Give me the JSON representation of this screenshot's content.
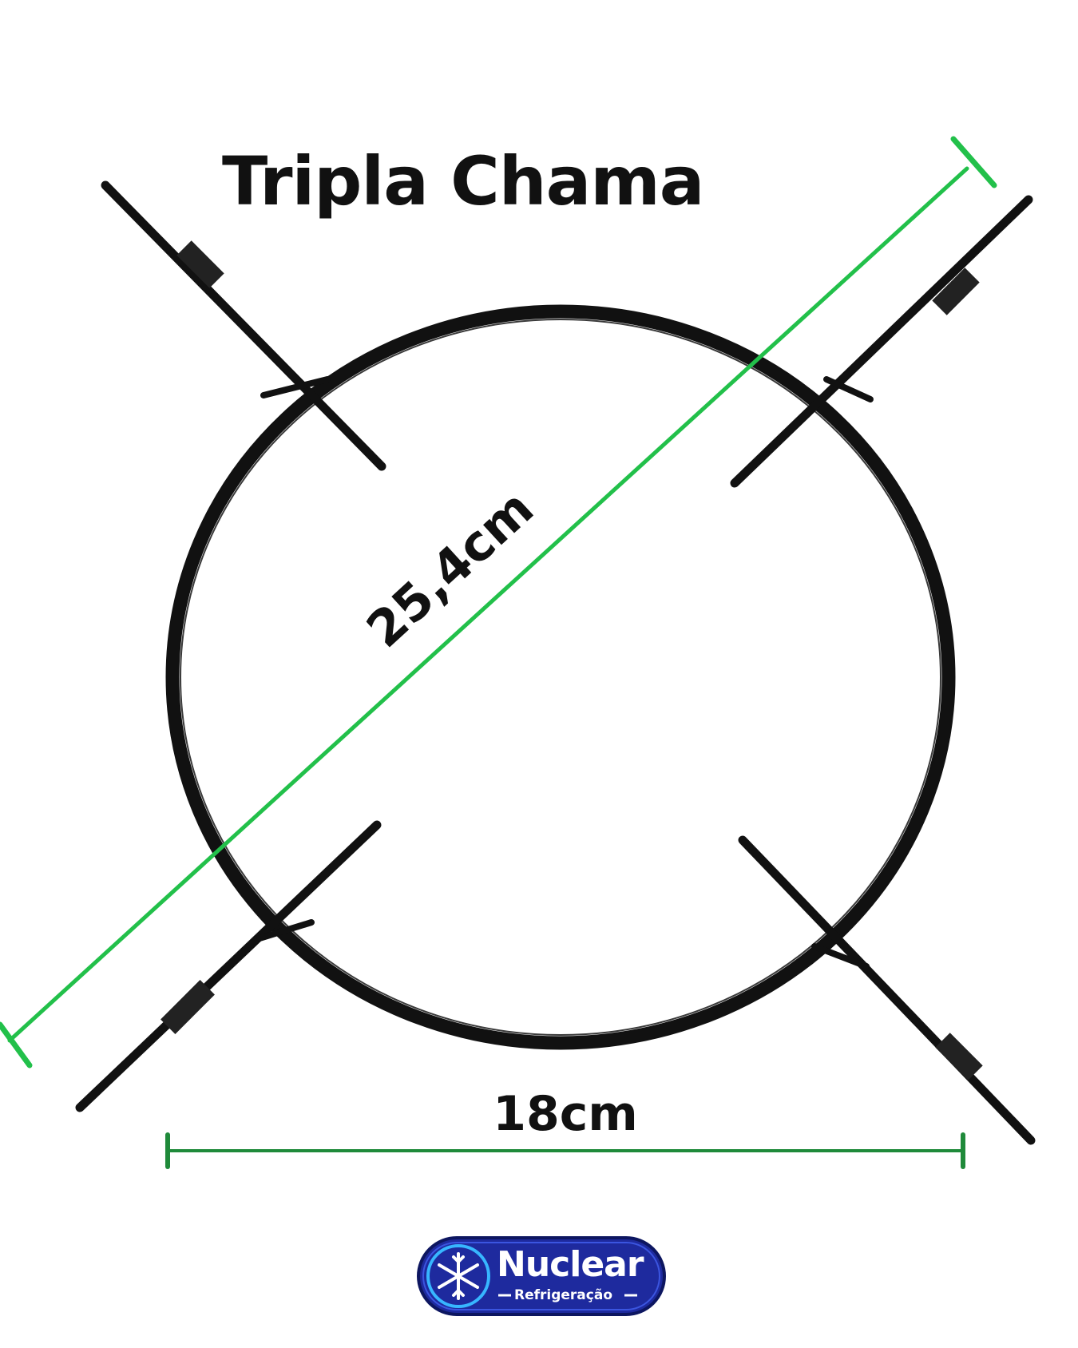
{
  "title": "Tripla Chama",
  "dimensions": {
    "diagonal_label": "25,4cm",
    "width_label": "18cm"
  },
  "logo": {
    "name": "Nuclear",
    "subtitle": "Refrigeração"
  },
  "colors": {
    "background": "#ffffff",
    "grate": "#111111",
    "measure_diagonal": "#22c04a",
    "measure_width": "#1f8a3a",
    "logo_bg": "#1e2a9e",
    "logo_ring": "#2a3fd6"
  }
}
